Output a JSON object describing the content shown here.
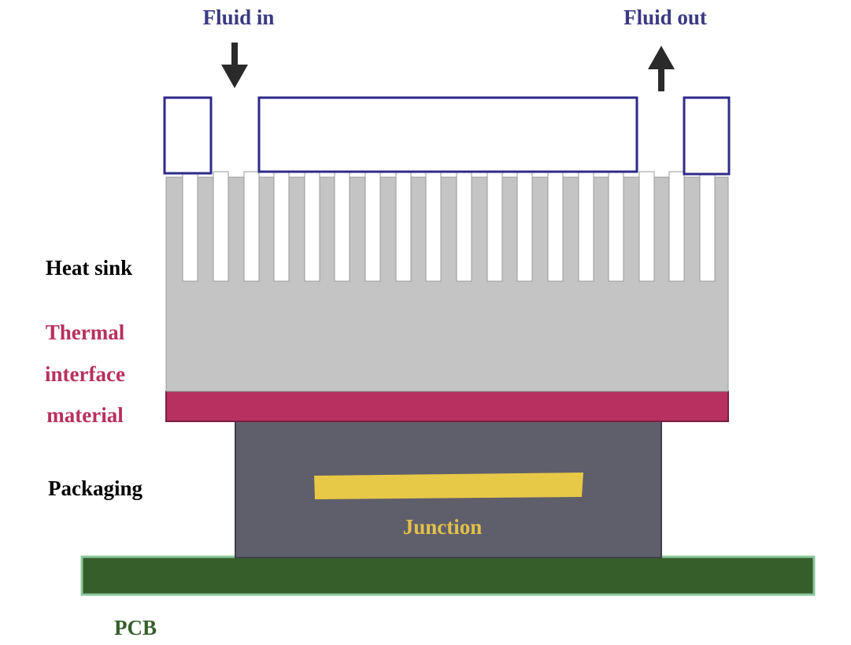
{
  "labels": {
    "fluid_in": "Fluid in",
    "fluid_out": "Fluid out",
    "heat_sink": "Heat sink",
    "tim_line1": "Thermal",
    "tim_line2": "interface",
    "tim_line3": "material",
    "packaging": "Packaging",
    "junction": "Junction",
    "pcb": "PCB"
  },
  "colors": {
    "fluid_label": "#3a3a82",
    "channel_outline": "#2e2a8a",
    "heat_sink_fill": "#c4c4c4",
    "heat_sink_outline": "#9a9a9a",
    "tim_fill": "#b8305f",
    "tim_label": "#b8305f",
    "packaging_fill": "#5f5f6b",
    "junction_fill": "#e8c847",
    "junction_label": "#e2c04a",
    "pcb_fill": "#355e2b",
    "pcb_outline": "#8ac79a",
    "pcb_label": "#355e2b",
    "arrow": "#2a2a2a",
    "text_dark": "#000000"
  },
  "icons": {
    "inlet_arrow": "arrow-down-icon",
    "outlet_arrow": "arrow-up-icon"
  }
}
